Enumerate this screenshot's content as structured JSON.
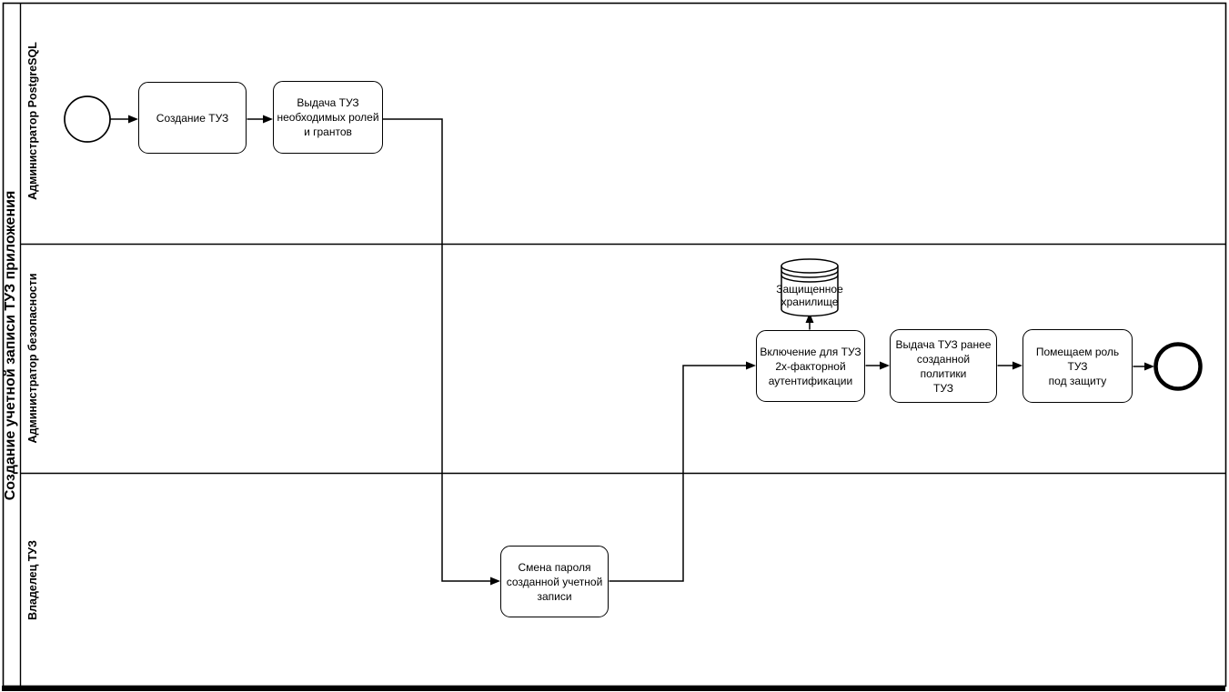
{
  "pool": {
    "title": "Создание учетной записи ТУЗ приложения",
    "lanes": [
      {
        "label": "Администратор PostgreSQL"
      },
      {
        "label": "Администратор безопасности"
      },
      {
        "label": "Владелец ТУЗ"
      }
    ]
  },
  "tasks": {
    "create_tuz": {
      "lines": [
        "Создание ТУЗ"
      ]
    },
    "grant_roles": {
      "lines": [
        "Выдача ТУЗ",
        "необходимых ролей",
        "и грантов"
      ]
    },
    "enable_2fa": {
      "lines": [
        "Включение для ТУЗ",
        "2х-факторной",
        "аутентификации"
      ]
    },
    "assign_policy": {
      "lines": [
        "Выдача ТУЗ ранее",
        "созданной политики",
        "ТУЗ"
      ]
    },
    "protect_role": {
      "lines": [
        "Помещаем роль ТУЗ",
        "под защиту"
      ]
    },
    "change_password": {
      "lines": [
        "Смена пароля",
        "созданной учетной",
        "записи"
      ]
    }
  },
  "datastore": {
    "label_lines": [
      "Защищенное",
      "хранилище"
    ]
  },
  "icons": {
    "start_event": "thin-circle",
    "end_event": "thick-circle",
    "datastore": "cylinder",
    "arrowhead": "filled-triangle"
  },
  "colors": {
    "stroke": "#000000",
    "background": "#ffffff"
  }
}
